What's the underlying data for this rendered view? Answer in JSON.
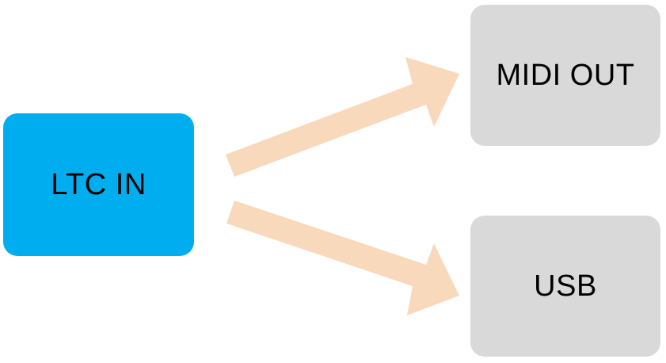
{
  "nodes": {
    "source": {
      "label": "LTC IN",
      "color": "#00AEEF"
    },
    "midi_out": {
      "label": "MIDI OUT",
      "color": "#D9D9D9"
    },
    "usb": {
      "label": "USB",
      "color": "#D9D9D9"
    }
  },
  "arrow_color": "#F8D9BC"
}
